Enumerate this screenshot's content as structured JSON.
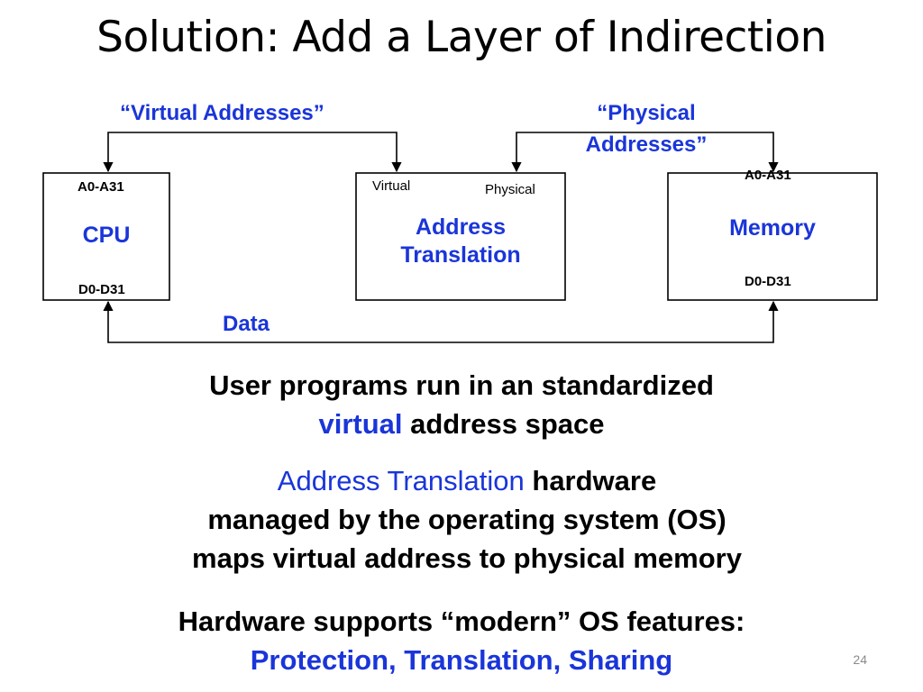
{
  "slide": {
    "title": "Solution:  Add a Layer of Indirection",
    "number": "24"
  },
  "diagram": {
    "virtual_addresses_label": "“Virtual Addresses”",
    "physical_addresses_label_line1": "“Physical",
    "physical_addresses_label_line2": "Addresses”",
    "data_label": "Data",
    "cpu": {
      "title": "CPU",
      "addr_pins": "A0-A31",
      "data_pins": "D0-D31"
    },
    "translation": {
      "title_line1": "Address",
      "title_line2": "Translation",
      "in_label": "Virtual",
      "out_label": "Physical"
    },
    "memory": {
      "title": "Memory",
      "addr_pins": "A0-A31",
      "data_pins": "D0-D31"
    }
  },
  "text": {
    "p1_line1": "User programs run in an standardized",
    "p1_line2_blue": "virtual",
    "p1_line2_rest": " address space",
    "p2_line1_blue": "Address Translation",
    "p2_line1_rest": " hardware",
    "p2_line2": "managed by the operating system (OS)",
    "p2_line3": "maps virtual address to physical memory",
    "p3_line1": "Hardware supports “modern” OS features:",
    "p3_line2_blue": "Protection, Translation, Sharing"
  },
  "colors": {
    "accent_blue": "#1a35d9",
    "text": "#000000",
    "slide_number": "#8a8a8a"
  }
}
